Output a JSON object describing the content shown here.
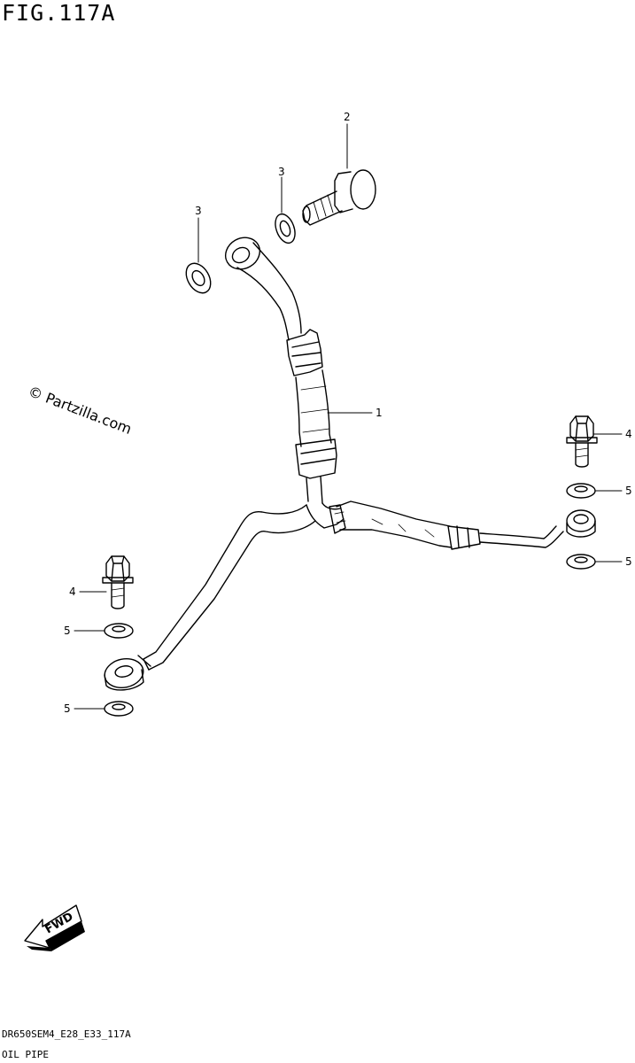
{
  "title": "FIG.117A",
  "watermark": "© Partzilla.com",
  "footer": {
    "code": "DR650SEM4_E28_E33_117A",
    "name": "OIL PIPE"
  },
  "fwd_label": "FWD",
  "callouts": {
    "pipe": "1",
    "union_bolt": "2",
    "gasket_a": "3",
    "gasket_b": "3",
    "bolt_right": "4",
    "bolt_left": "4",
    "washer_r1": "5",
    "washer_r2": "5",
    "washer_l1": "5",
    "washer_l2": "5"
  }
}
